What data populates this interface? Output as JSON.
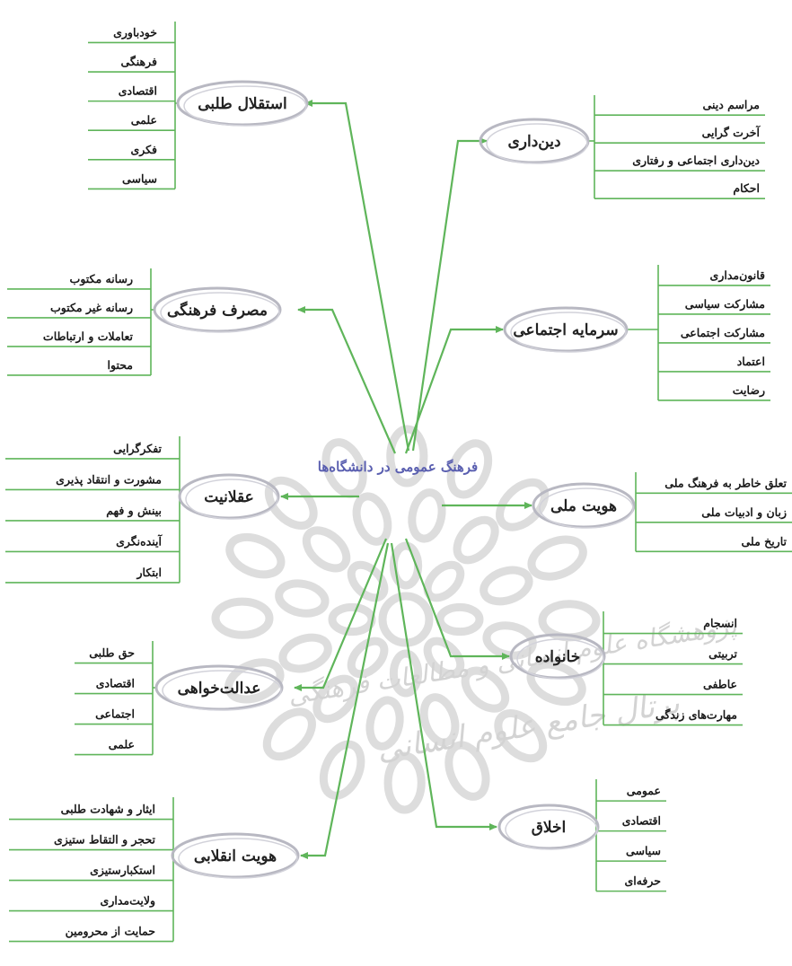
{
  "center": {
    "label": "فرهنگ عمومی در دانشگاه‌ها"
  },
  "watermark": {
    "line1": "پژوهشگاه علوم انسانی و مطالعات فرهنگی",
    "line2": "پرتال جامع علوم انسانی"
  },
  "colors": {
    "line": "#5fb55a",
    "ellipse": "#b8b8c2",
    "center_text": "#5a5fb0",
    "watermark": "#d0d0d0"
  },
  "branches": {
    "left": [
      {
        "label": "استقلال طلبی",
        "items": [
          "خودباوری",
          "فرهنگی",
          "اقتصادی",
          "علمی",
          "فکری",
          "سیاسی"
        ]
      },
      {
        "label": "مصرف فرهنگی",
        "items": [
          "رسانه مکتوب",
          "رسانه غیر مکتوب",
          "تعاملات و ارتباطات",
          "محتوا"
        ]
      },
      {
        "label": "عقلانیت",
        "items": [
          "تفکرگرایی",
          "مشورت و انتقاد پذیری",
          "بینش و فهم",
          "آینده‌نگری",
          "ابتکار"
        ]
      },
      {
        "label": "عدالت‌خواهی",
        "items": [
          "حق طلبی",
          "اقتصادی",
          "اجتماعی",
          "علمی"
        ]
      },
      {
        "label": "هویت انقلابی",
        "items": [
          "ایثار و شهادت طلبی",
          "تحجر و التقاط ستیزی",
          "استکبارستیزی",
          "ولایت‌مداری",
          "حمایت از محرومین"
        ]
      }
    ],
    "right": [
      {
        "label": "دین‌داری",
        "items": [
          "مراسم دینی",
          "آخرت گرایی",
          "دین‌داری اجتماعی و رفتاری",
          "احکام"
        ]
      },
      {
        "label": "سرمایه اجتماعی",
        "items": [
          "قانون‌مداری",
          "مشارکت سیاسی",
          "مشارکت اجتماعی",
          "اعتماد",
          "رضایت"
        ]
      },
      {
        "label": "هویت ملی",
        "items": [
          "تعلق خاطر به فرهنگ ملی",
          "زبان و ادبیات ملی",
          "تاریخ ملی"
        ]
      },
      {
        "label": "خانواده",
        "items": [
          "انسجام",
          "تربیتی",
          "عاطفی",
          "مهارت‌های زندگی"
        ]
      },
      {
        "label": "اخلاق",
        "items": [
          "عمومی",
          "اقتصادی",
          "سیاسی",
          "حرفه‌ای"
        ]
      }
    ]
  }
}
